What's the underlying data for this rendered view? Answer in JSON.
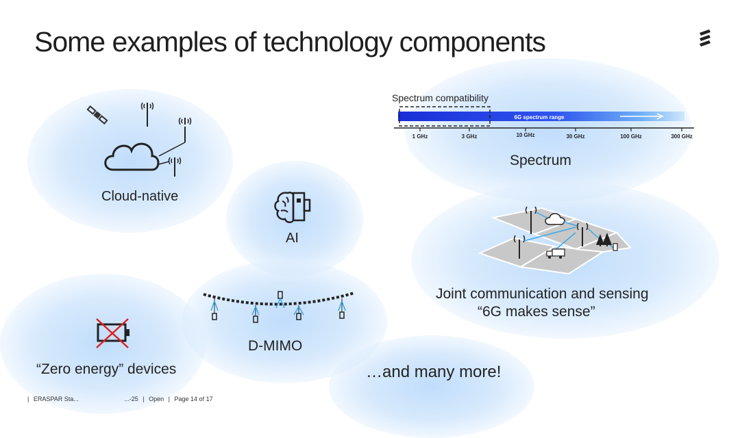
{
  "slide": {
    "title": "Some examples of technology components",
    "sections": {
      "cloud_native": "Cloud-native",
      "ai": "AI",
      "d_mimo": "D-MIMO",
      "zero_energy": "“Zero energy” devices",
      "spectrum": "Spectrum",
      "jcas_line1": "Joint communication and sensing",
      "jcas_line2": "“6G makes sense”",
      "more": "…and many more!"
    },
    "spectrum_graphic": {
      "compat_label": "Spectrum compatibility",
      "range_label": "6G spectrum range",
      "ticks": [
        "1 GHz",
        "3 GHz",
        "10 GHz",
        "30 GHz",
        "100 GHz",
        "300 GHz"
      ]
    },
    "footer": {
      "company": "ERASPAR Sta...",
      "date": "...-25",
      "classification": "Open",
      "page": "Page 14 of 17"
    }
  },
  "colors": {
    "accent_blue": "#1a3cf0",
    "light_blue": "#bcd9fb",
    "crossout_red": "#e02020"
  }
}
